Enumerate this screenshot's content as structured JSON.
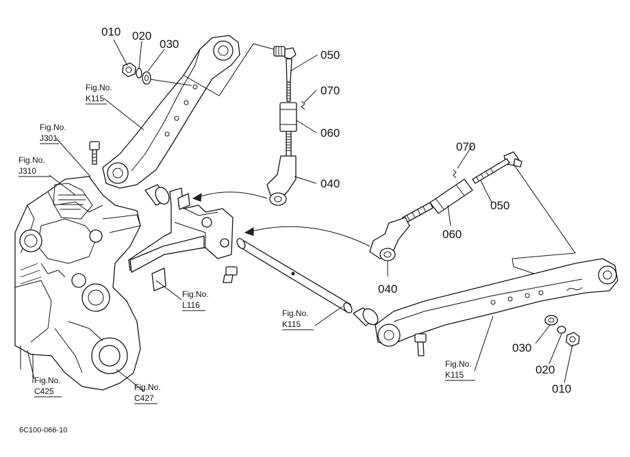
{
  "diagram_code": "6C100-066-10",
  "part_labels": {
    "p010_left": "010",
    "p020_left": "020",
    "p030_left": "030",
    "p050_left": "050",
    "p070_left": "070",
    "p060_left": "060",
    "p040_left": "040",
    "p070_right": "070",
    "p050_right": "050",
    "p060_right": "060",
    "p040_right": "040",
    "p030_right": "030",
    "p020_right": "020",
    "p010_right": "010"
  },
  "figure_refs": {
    "k115_top": {
      "prefix": "Fig.No.",
      "number": "K115"
    },
    "j301": {
      "prefix": "Fig.No.",
      "number": "J301"
    },
    "j310": {
      "prefix": "Fig.No.",
      "number": "J310"
    },
    "l116": {
      "prefix": "Fig.No.",
      "number": "L116"
    },
    "k115_mid": {
      "prefix": "Fig.No.",
      "number": "K115"
    },
    "k115_bottom": {
      "prefix": "Fig.No.",
      "number": "K115"
    },
    "c425": {
      "prefix": "Fig.No.",
      "number": "C425"
    },
    "c427": {
      "prefix": "Fig.No.",
      "number": "C427"
    }
  }
}
